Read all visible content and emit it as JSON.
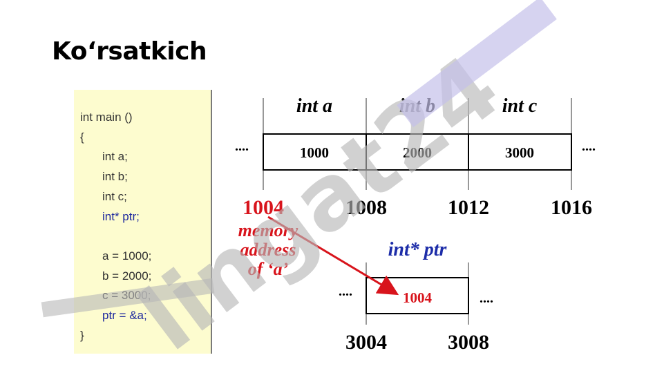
{
  "slide": {
    "title": "Ko‘rsatkich"
  },
  "code": {
    "lines": [
      {
        "text": "int main ()",
        "indent": 0,
        "highlight": false
      },
      {
        "text": "{",
        "indent": 0,
        "highlight": false
      },
      {
        "text": "int a;",
        "indent": 1,
        "highlight": false
      },
      {
        "text": "int b;",
        "indent": 1,
        "highlight": false
      },
      {
        "text": "int c;",
        "indent": 1,
        "highlight": false
      },
      {
        "text": "int* ptr;",
        "indent": 1,
        "highlight": true
      },
      {
        "text": "",
        "indent": 0,
        "highlight": false
      },
      {
        "text": "a = 1000;",
        "indent": 1,
        "highlight": false
      },
      {
        "text": "b = 2000;",
        "indent": 1,
        "highlight": false
      },
      {
        "text": "c = 3000;",
        "indent": 1,
        "highlight": false
      },
      {
        "text": "ptr = &a;",
        "indent": 1,
        "highlight": true
      },
      {
        "text": "}",
        "indent": 0,
        "highlight": false
      }
    ]
  },
  "memory": {
    "dots": "....",
    "cells": [
      {
        "name": "int a",
        "value": "1000"
      },
      {
        "name": "int b",
        "value": "2000"
      },
      {
        "name": "int c",
        "value": "3000"
      }
    ],
    "addresses": [
      "1004",
      "1008",
      "1012",
      "1016"
    ]
  },
  "pointer": {
    "name": "int* ptr",
    "value": "1004",
    "addresses": [
      "3004",
      "3008"
    ],
    "annotation": [
      "memory",
      "address",
      "of ‘a’"
    ]
  },
  "watermark": {
    "text": "lingat24"
  },
  "colors": {
    "accent_red": "#d8141c",
    "pointer_blue": "#1c2ca8",
    "code_bg": "#fdfccf",
    "watermark_gray": "#b8b8b8",
    "watermark_purple": "#c4c0ea"
  }
}
